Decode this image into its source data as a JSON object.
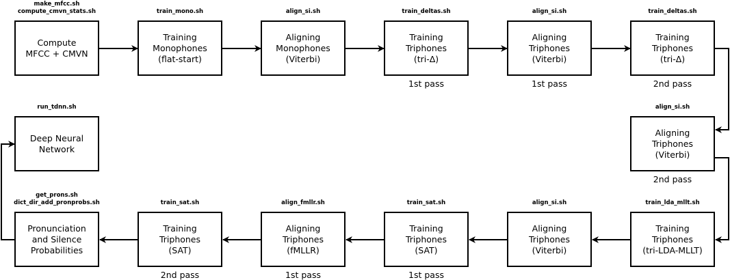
{
  "colors": {
    "dnn_fill": "#ffc0cb",
    "box_fill": "#ffffff",
    "stroke": "#000000"
  },
  "nodes": [
    {
      "id": "n1",
      "scripts": [
        "make_mfcc.sh",
        "compute_cmvn_stats.sh"
      ],
      "lines": [
        "Compute",
        "MFCC + CMVN"
      ],
      "pass": ""
    },
    {
      "id": "n2",
      "scripts": [
        "train_mono.sh"
      ],
      "lines": [
        "Training",
        "Monophones",
        "(flat-start)"
      ],
      "pass": ""
    },
    {
      "id": "n3",
      "scripts": [
        "align_si.sh"
      ],
      "lines": [
        "Aligning",
        "Monophones",
        "(Viterbi)"
      ],
      "pass": ""
    },
    {
      "id": "n4",
      "scripts": [
        "train_deltas.sh"
      ],
      "lines": [
        "Training",
        "Triphones",
        "(tri-Δ)"
      ],
      "pass": "1st pass"
    },
    {
      "id": "n5",
      "scripts": [
        "align_si.sh"
      ],
      "lines": [
        "Aligning",
        "Triphones",
        "(Viterbi)"
      ],
      "pass": "1st pass"
    },
    {
      "id": "n6",
      "scripts": [
        "train_deltas.sh"
      ],
      "lines": [
        "Training",
        "Triphones",
        "(tri-Δ)"
      ],
      "pass": "2nd pass"
    },
    {
      "id": "n7",
      "scripts": [
        "align_si.sh"
      ],
      "lines": [
        "Aligning",
        "Triphones",
        "(Viterbi)"
      ],
      "pass": "2nd pass"
    },
    {
      "id": "n8",
      "scripts": [
        "train_lda_mllt.sh"
      ],
      "lines": [
        "Training",
        "Triphones",
        "(tri-LDA-MLLT)"
      ],
      "pass": ""
    },
    {
      "id": "n9",
      "scripts": [
        "align_si.sh"
      ],
      "lines": [
        "Aligning",
        "Triphones",
        "(Viterbi)"
      ],
      "pass": ""
    },
    {
      "id": "n10",
      "scripts": [
        "train_sat.sh"
      ],
      "lines": [
        "Training",
        "Triphones",
        "(SAT)"
      ],
      "pass": "1st pass"
    },
    {
      "id": "n11",
      "scripts": [
        "align_fmllr.sh"
      ],
      "lines": [
        "Aligning",
        "Triphones",
        "(fMLLR)"
      ],
      "pass": "1st pass"
    },
    {
      "id": "n12",
      "scripts": [
        "train_sat.sh"
      ],
      "lines": [
        "Training",
        "Triphones",
        "(SAT)"
      ],
      "pass": "2nd pass"
    },
    {
      "id": "n13",
      "scripts": [
        "get_prons.sh",
        "dict_dir_add_pronprobs.sh"
      ],
      "lines": [
        "Pronunciation",
        "and Silence",
        "Probabilities"
      ],
      "pass": ""
    },
    {
      "id": "n14",
      "scripts": [
        "run_tdnn.sh"
      ],
      "lines": [
        "Deep Neural",
        "Network"
      ],
      "pass": "",
      "highlight": true
    }
  ]
}
